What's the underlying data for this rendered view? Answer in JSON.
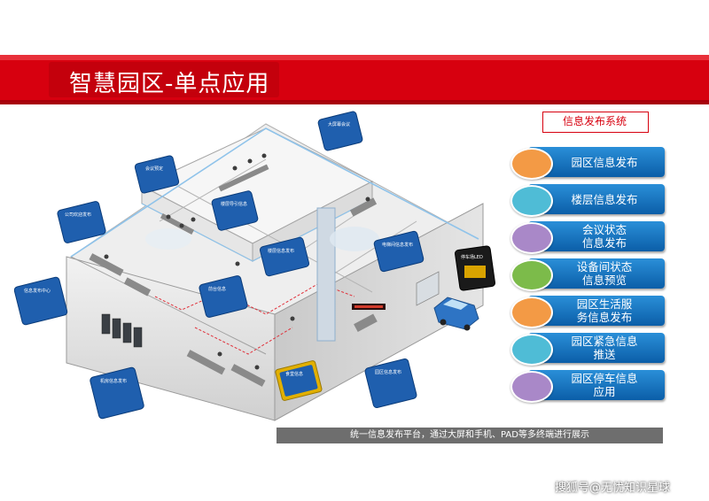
{
  "header": {
    "title": "智慧园区-单点应用"
  },
  "panel": {
    "title": "信息发布系统",
    "items": [
      {
        "label": "园区信息发布",
        "color": "#f39a45"
      },
      {
        "label": "楼层信息发布",
        "color": "#4fbcd6"
      },
      {
        "label": "会议状态\n信息发布",
        "color": "#a988c8"
      },
      {
        "label": "设备间状态\n信息预览",
        "color": "#7cbb4a"
      },
      {
        "label": "园区生活服\n务信息发布",
        "color": "#f39a45"
      },
      {
        "label": "园区紧急信息\n推送",
        "color": "#4fbcd6"
      },
      {
        "label": "园区停车信息\n应用",
        "color": "#a988c8"
      }
    ]
  },
  "callouts": [
    "大屏幕会议",
    "会议预定",
    "公司欢迎发布",
    "楼层导引信息",
    "楼层信息发布",
    "信息发布中心",
    "前台信息",
    "电梯间信息发布",
    "停车场LED",
    "机房信息发布",
    "食堂信息",
    "园区信息发布"
  ],
  "caption": "统一信息发布平台，通过大屏和手机、PAD等多终端进行展示",
  "watermark": "搜狐号@无忧知识星球",
  "colors": {
    "banner": "#d7000f",
    "bar": "#1670c0",
    "caption_bg": "#6e6e6e"
  }
}
